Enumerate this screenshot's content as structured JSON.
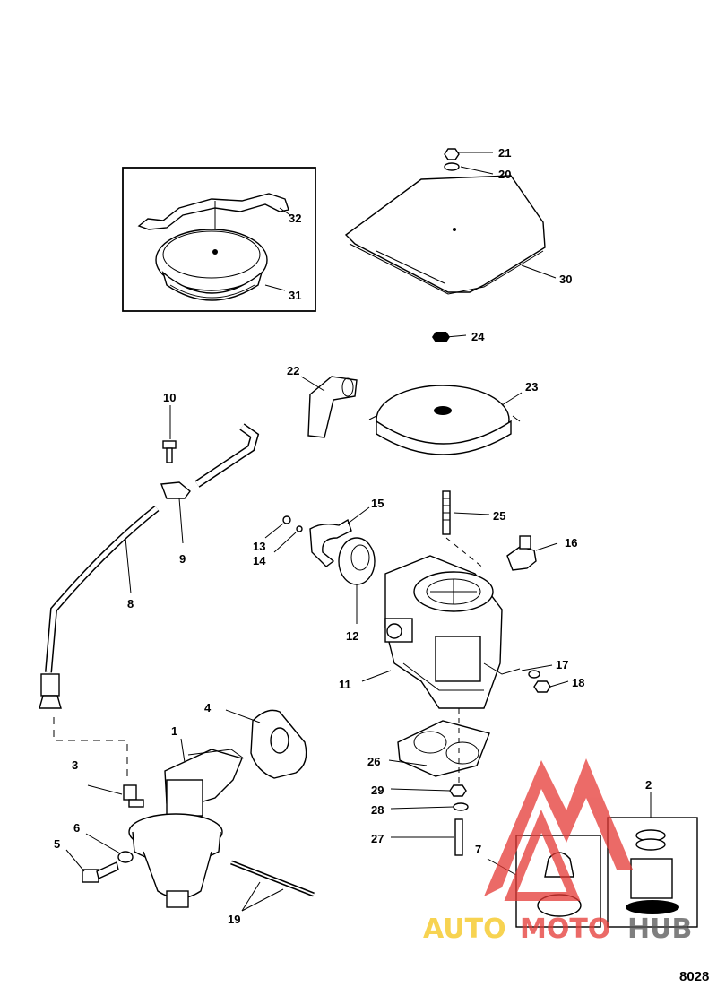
{
  "callouts": [
    {
      "id": "1",
      "text": "1"
    },
    {
      "id": "2",
      "text": "2"
    },
    {
      "id": "3",
      "text": "3"
    },
    {
      "id": "4",
      "text": "4"
    },
    {
      "id": "5",
      "text": "5"
    },
    {
      "id": "6",
      "text": "6"
    },
    {
      "id": "7",
      "text": "7"
    },
    {
      "id": "8",
      "text": "8"
    },
    {
      "id": "9",
      "text": "9"
    },
    {
      "id": "10",
      "text": "10"
    },
    {
      "id": "11",
      "text": "11"
    },
    {
      "id": "12",
      "text": "12"
    },
    {
      "id": "13",
      "text": "13"
    },
    {
      "id": "14",
      "text": "14"
    },
    {
      "id": "15",
      "text": "15"
    },
    {
      "id": "16",
      "text": "16"
    },
    {
      "id": "17",
      "text": "17"
    },
    {
      "id": "18",
      "text": "18"
    },
    {
      "id": "19",
      "text": "19"
    },
    {
      "id": "20",
      "text": "20"
    },
    {
      "id": "21",
      "text": "21"
    },
    {
      "id": "22",
      "text": "22"
    },
    {
      "id": "23",
      "text": "23"
    },
    {
      "id": "24",
      "text": "24"
    },
    {
      "id": "25",
      "text": "25"
    },
    {
      "id": "26",
      "text": "26"
    },
    {
      "id": "27",
      "text": "27"
    },
    {
      "id": "28",
      "text": "28"
    },
    {
      "id": "29",
      "text": "29"
    },
    {
      "id": "30",
      "text": "30"
    },
    {
      "id": "31",
      "text": "31"
    },
    {
      "id": "32",
      "text": "32"
    }
  ],
  "figure_number": "8028",
  "watermark": {
    "text_part1": "AUTO",
    "text_part2": "MOTO",
    "text_part3": "HUB",
    "colors": {
      "yellow": "#f5c518",
      "red": "#e53935",
      "dark": "#555555"
    }
  }
}
